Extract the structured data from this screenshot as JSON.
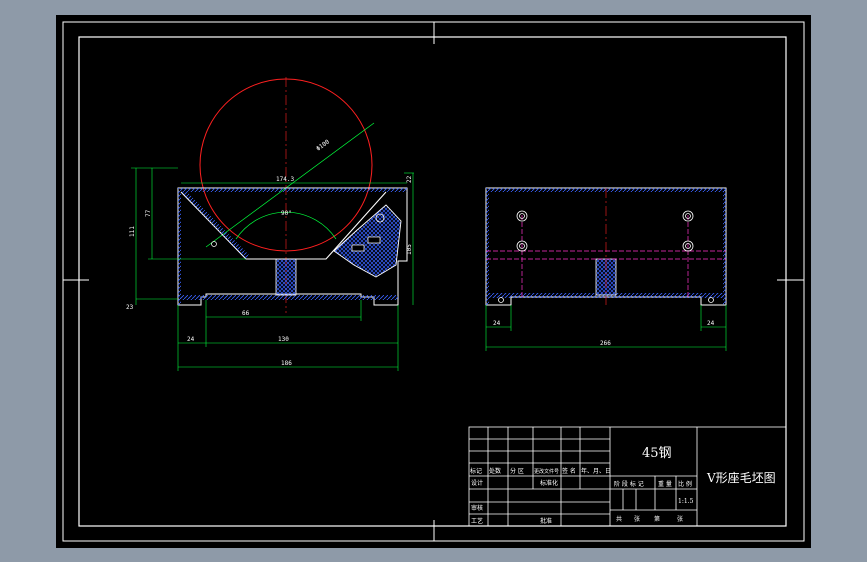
{
  "drawing": {
    "section_view": {
      "dims": {
        "overall_height": "111",
        "body_height": "77",
        "base_height": "23",
        "top_right": "22",
        "right_side": "105",
        "top_width": "174.3",
        "diameter": "Φ100",
        "angle": "90°",
        "slot_width": "66",
        "left_offset": "24",
        "inner_width": "130",
        "overall_width": "186"
      }
    },
    "side_view": {
      "dims": {
        "length": "266",
        "left_foot": "24",
        "right_foot": "24"
      }
    }
  },
  "title_block": {
    "material": "45钢",
    "part_name": "V形座毛坯图",
    "scale": "1:1.5",
    "revision_row": [
      "标记",
      "处数",
      "分 区",
      "更改文件号",
      "签 名",
      "年、月、日"
    ],
    "left_rows": [
      "设计",
      "审核",
      "工艺"
    ],
    "standardization": "标准化",
    "approve": "批准",
    "stage_header": [
      "阶 段 标 记",
      "重 量",
      "比 例"
    ],
    "sheets": [
      "共",
      "张",
      "第",
      "张"
    ]
  },
  "colors": {
    "background": "#000000",
    "frame": "#ffffff",
    "outline": "#ffffff",
    "section_hatch": "#3a63ff",
    "dimension": "#00ff3c",
    "center_line": "#ff2020",
    "hidden_line": "#ff33cc",
    "page_margin": "#8e9aa8"
  }
}
